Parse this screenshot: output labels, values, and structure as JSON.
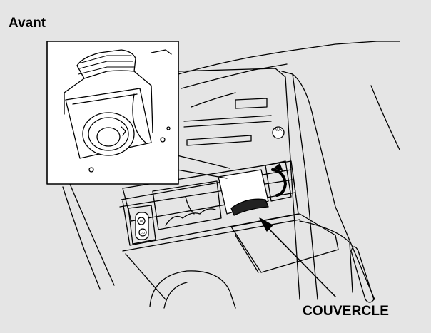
{
  "heading": "Avant",
  "callout_label": "COUVERCLE",
  "switch_labels": {
    "aux": "AUX",
    "heater_hi": "HI",
    "heater_lo": "LO"
  },
  "colors": {
    "background": "#e5e5e5",
    "line": "#000000",
    "panel": "#ffffff"
  }
}
